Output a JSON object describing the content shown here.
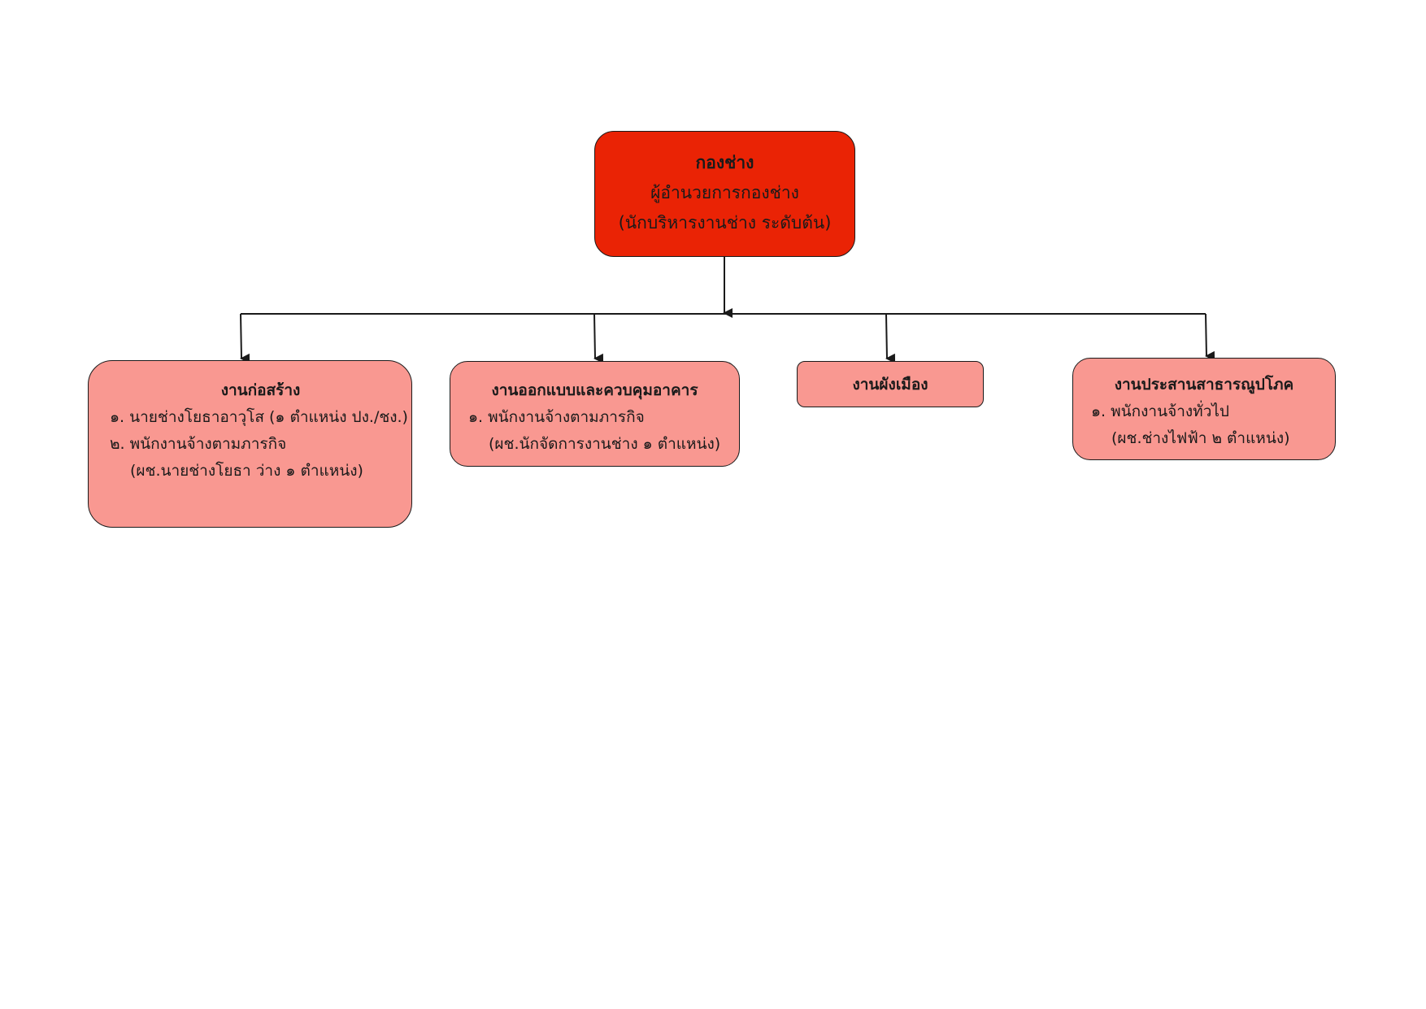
{
  "root": {
    "title": "กองช่าง",
    "position": "ผู้อำนวยการกองช่าง",
    "level": "(นักบริหารงานช่าง ระดับต้น)",
    "fill_color": "#ea2305"
  },
  "children": [
    {
      "title": "งานก่อสร้าง",
      "lines": [
        "๑. นายช่างโยธาอาวุโส  (๑ ตำแหน่ง ปง./ชง.)",
        "๒. พนักงานจ้างตามภารกิจ",
        "(ผช.นายช่างโยธา ว่าง ๑ ตำแหน่ง)"
      ]
    },
    {
      "title": "งานออกแบบและควบคุมอาคาร",
      "lines": [
        "๑. พนักงานจ้างตามภารกิจ",
        "(ผช.นักจัดการงานช่าง ๑ ตำแหน่ง)"
      ]
    },
    {
      "title": "งานผังเมือง",
      "lines": []
    },
    {
      "title": "งานประสานสาธารณูปโภค",
      "lines": [
        "๑. พนักงานจ้างทั่วไป",
        "(ผช.ช่างไฟฟ้า ๒ ตำแหน่ง)"
      ]
    }
  ],
  "child_fill_color": "#f99891",
  "line_color": "#1a1a1a"
}
